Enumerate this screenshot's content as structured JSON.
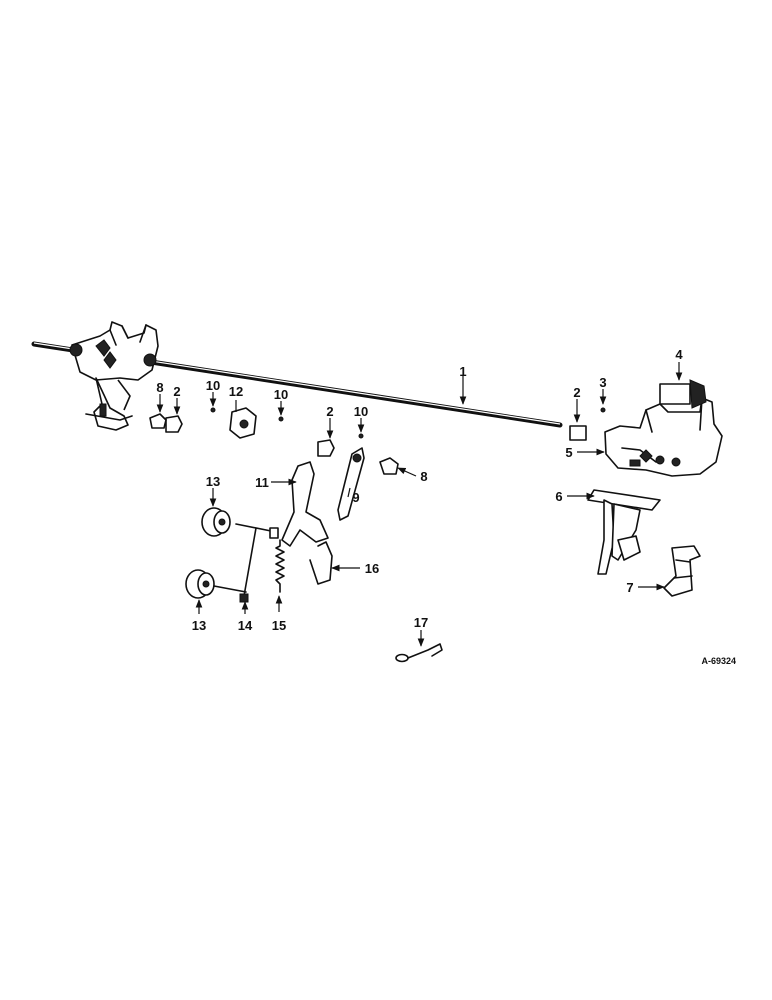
{
  "diagram": {
    "reference_code": "A-69324",
    "callouts": {
      "c1": "1",
      "c2a": "2",
      "c2b": "2",
      "c2c": "2",
      "c3": "3",
      "c4": "4",
      "c5": "5",
      "c6": "6",
      "c7": "7",
      "c8a": "8",
      "c8b": "8",
      "c9": "9",
      "c10a": "10",
      "c10b": "10",
      "c10c": "10",
      "c11": "11",
      "c12": "12",
      "c13a": "13",
      "c13b": "13",
      "c14": "14",
      "c15": "15",
      "c16": "16",
      "c17": "17"
    }
  }
}
